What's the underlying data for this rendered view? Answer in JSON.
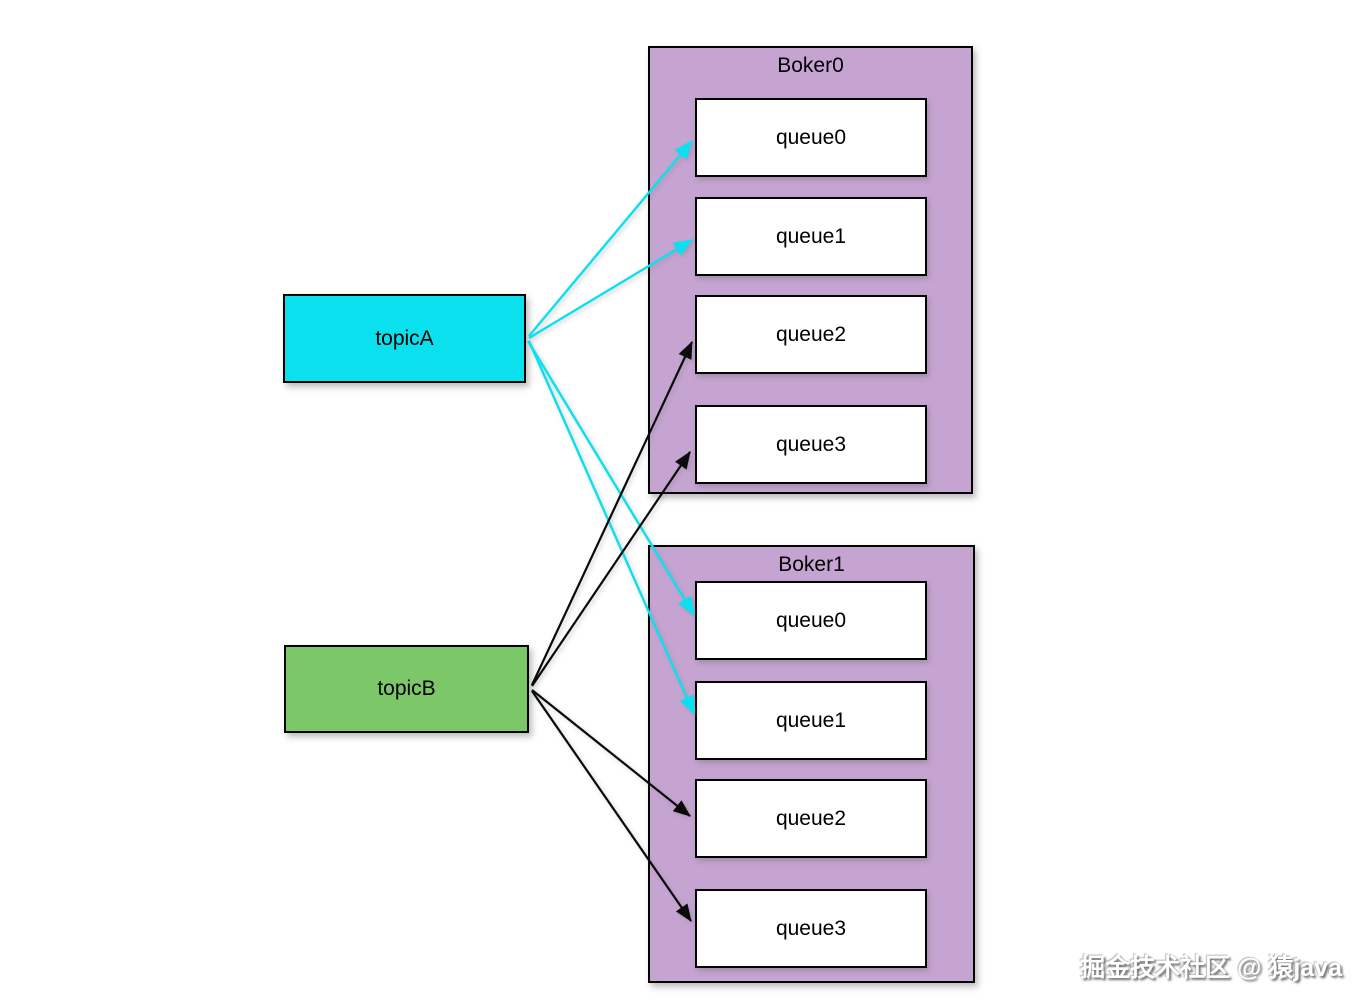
{
  "topics": [
    {
      "label": "topicA",
      "fill": "#0ae0ee"
    },
    {
      "label": "topicB",
      "fill": "#7cc768"
    }
  ],
  "brokers": [
    {
      "title": "Boker0",
      "queues": [
        "queue0",
        "queue1",
        "queue2",
        "queue3"
      ]
    },
    {
      "title": "Boker1",
      "queues": [
        "queue0",
        "queue1",
        "queue2",
        "queue3"
      ]
    }
  ],
  "connections": [
    {
      "from": "topicA",
      "to": "Boker0/queue0",
      "color": "#0ae0ee"
    },
    {
      "from": "topicA",
      "to": "Boker0/queue1",
      "color": "#0ae0ee"
    },
    {
      "from": "topicA",
      "to": "Boker1/queue0",
      "color": "#0ae0ee"
    },
    {
      "from": "topicA",
      "to": "Boker1/queue1",
      "color": "#0ae0ee"
    },
    {
      "from": "topicB",
      "to": "Boker0/queue2",
      "color": "#0a0a0a"
    },
    {
      "from": "topicB",
      "to": "Boker0/queue3",
      "color": "#0a0a0a"
    },
    {
      "from": "topicB",
      "to": "Boker1/queue2",
      "color": "#0a0a0a"
    },
    {
      "from": "topicB",
      "to": "Boker1/queue3",
      "color": "#0a0a0a"
    }
  ],
  "colors": {
    "broker_fill": "#c6a4d2",
    "topic_a_fill": "#0ae0ee",
    "topic_b_fill": "#7cc768",
    "arrow_cyan": "#0ae0ee",
    "arrow_black": "#0a0a0a"
  },
  "watermark": "掘金技术社区 @ 猿java"
}
